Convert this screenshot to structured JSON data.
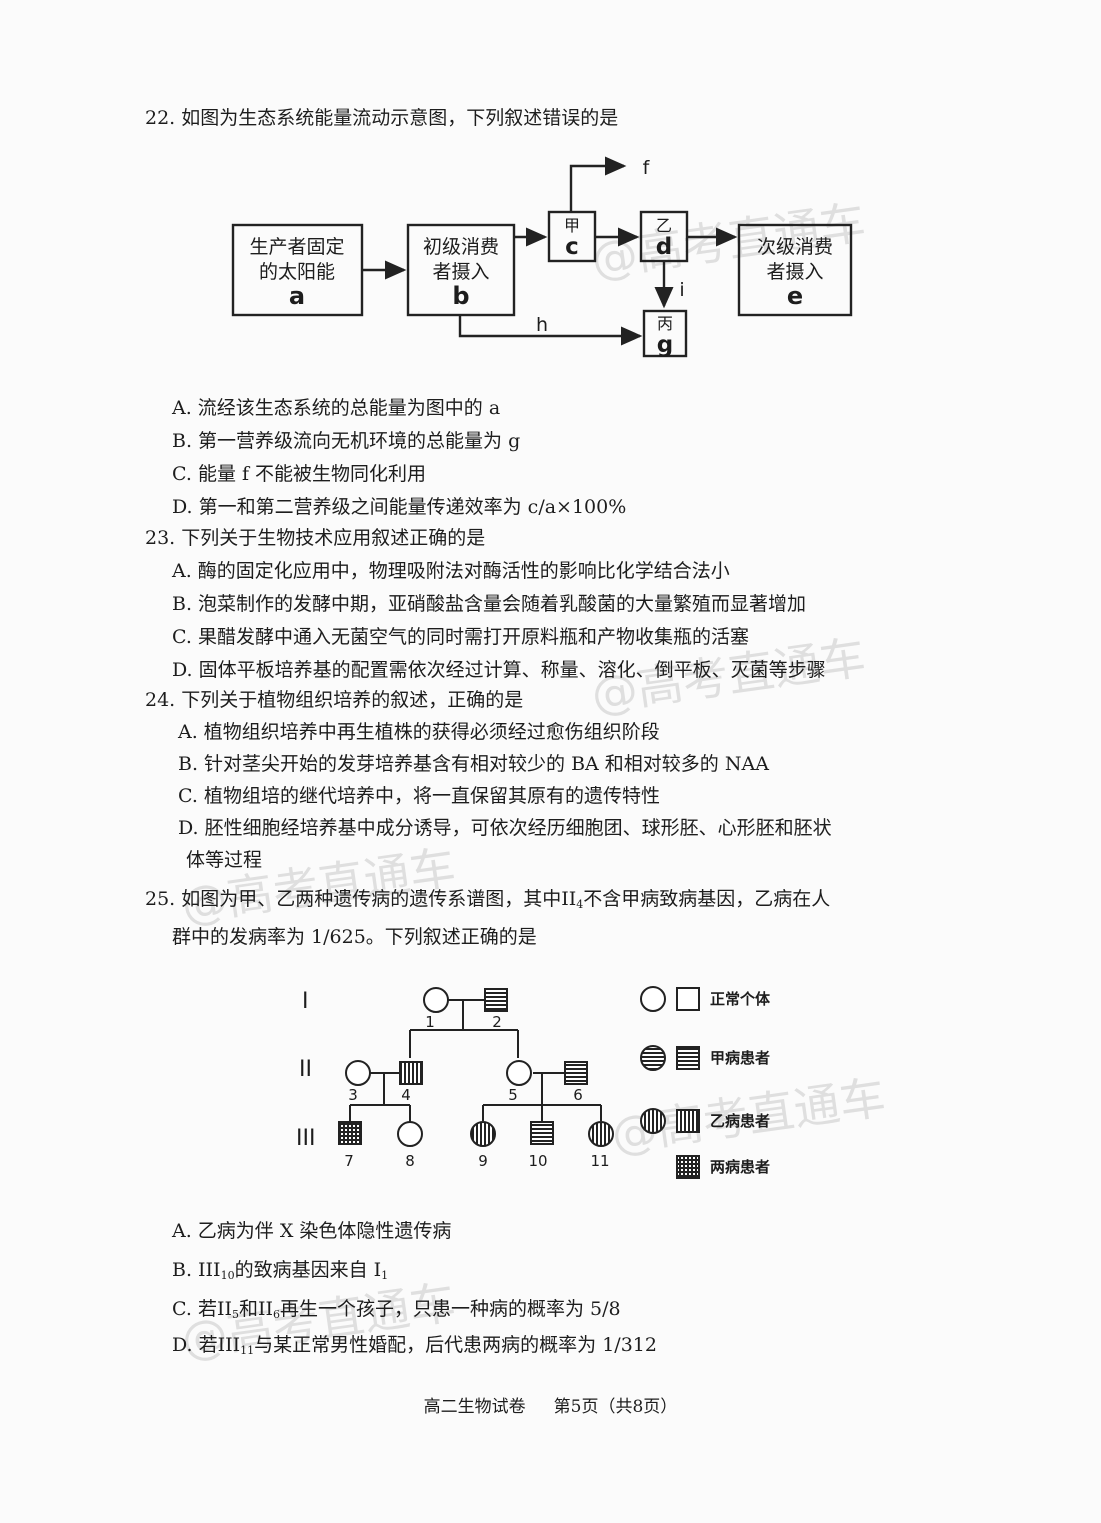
{
  "q22": {
    "stem": "22. 如图为生态系统能量流动示意图，下列叙述错误的是",
    "diagram": {
      "box_a_line1": "生产者固定",
      "box_a_line2": "的太阳能",
      "box_a_letter": "a",
      "box_b_line1": "初级消费",
      "box_b_line2": "者摄入",
      "box_b_letter": "b",
      "box_c_label": "甲",
      "box_c_letter": "c",
      "box_d_label": "乙",
      "box_d_letter": "d",
      "box_e_line1": "次级消费",
      "box_e_line2": "者摄入",
      "box_e_letter": "e",
      "box_g_label": "丙",
      "box_g_letter": "g",
      "label_f": "f",
      "label_h": "h",
      "label_i": "i"
    },
    "options": [
      "A. 流经该生态系统的总能量为图中的 a",
      "B. 第一营养级流向无机环境的总能量为 g",
      "C. 能量 f 不能被生物同化利用",
      "D. 第一和第二营养级之间能量传递效率为 c/a×100%"
    ]
  },
  "q23": {
    "stem": "23. 下列关于生物技术应用叙述正确的是",
    "options": [
      "A. 酶的固定化应用中，物理吸附法对酶活性的影响比化学结合法小",
      "B. 泡菜制作的发酵中期，亚硝酸盐含量会随着乳酸菌的大量繁殖而显著增加",
      "C. 果醋发酵中通入无菌空气的同时需打开原料瓶和产物收集瓶的活塞",
      "D. 固体平板培养基的配置需依次经过计算、称量、溶化、倒平板、灭菌等步骤"
    ]
  },
  "q24": {
    "stem": "24. 下列关于植物组织培养的叙述，正确的是",
    "options": [
      "A. 植物组织培养中再生植株的获得必须经过愈伤组织阶段",
      "B. 针对茎尖开始的发芽培养基含有相对较少的 BA 和相对较多的 NAA",
      "C. 植物组培的继代培养中，将一直保留其原有的遗传特性",
      "D. 胚性细胞经培养基中成分诱导，可依次经历细胞团、球形胚、心形胚和胚状",
      "体等过程"
    ]
  },
  "q25": {
    "stem_line1_a": "25. 如图为甲、乙两种遗传病的遗传系谱图，其中",
    "stem_roman": "II",
    "stem_sub": "4",
    "stem_line1_b": "不含甲病致病基因，乙病在人",
    "stem_line2": "群中的发病率为 1/625。下列叙述正确的是",
    "pedigree": {
      "gen_labels": [
        "I",
        "II",
        "III"
      ],
      "numbers": [
        "1",
        "2",
        "3",
        "4",
        "5",
        "6",
        "7",
        "8",
        "9",
        "10",
        "11"
      ],
      "legend": [
        "正常个体",
        "甲病患者",
        "乙病患者",
        "两病患者"
      ]
    },
    "opt_a": "A. 乙病为伴 X 染色体隐性遗传病",
    "opt_b": {
      "pre": "B. ",
      "r1": "III",
      "s1": "10",
      "mid": "的致病基因来自 ",
      "r2": "I",
      "s2": "1"
    },
    "opt_c": {
      "pre": "C. 若",
      "r1": "II",
      "s1": "5",
      "mid": "和",
      "r2": "II",
      "s2": "6",
      "post": "再生一个孩子，只患一种病的概率为 5/8"
    },
    "opt_d": {
      "pre": "D. 若",
      "r1": "III",
      "s1": "11",
      "post": "与某正常男性婚配，后代患两病的概率为 1/312"
    }
  },
  "footer": {
    "title": "高二生物试卷",
    "page": "第5页（共8页）"
  },
  "watermark": "@高考直通车"
}
